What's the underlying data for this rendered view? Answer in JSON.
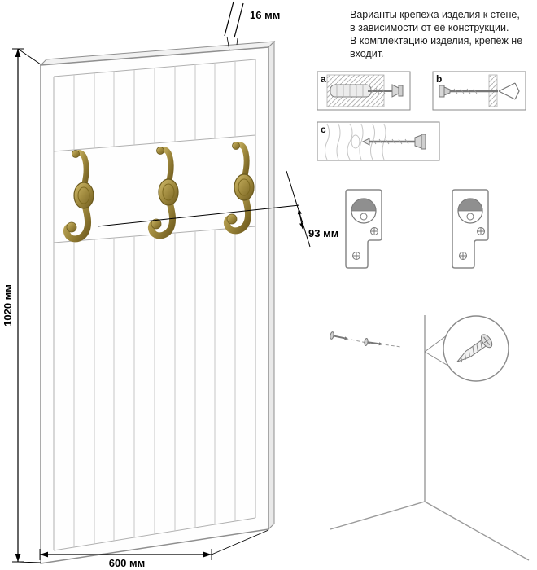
{
  "dimensions": {
    "height": "1020 мм",
    "width": "600 мм",
    "thickness": "16 мм",
    "hook_offset": "93 мм"
  },
  "note": {
    "lines": [
      "Варианты крепежа изделия к стене,",
      "в зависимости от её конструкции.",
      "В комплектацию изделия, крепёж не",
      "входит."
    ]
  },
  "fastener_options": {
    "a_label": "a",
    "b_label": "b",
    "c_label": "c"
  },
  "icons": {
    "coat_hook": "double-prong-bronze-hook",
    "dowel_anchor": "wall-plug-with-screw-in-concrete",
    "cavity_anchor": "screw-with-expanding-anchor",
    "wood_screw": "screw-into-wood",
    "keyhole_bracket": "keyhole-mounting-plate",
    "screw_detail": "screw-closeup-in-magnifier-circle"
  },
  "colors": {
    "hook_bronze": "#a08a3e",
    "panel_line_gray": "#8f8f8f",
    "plank_line_gray": "#c7c7c7",
    "dimension_black": "#000000",
    "panel_white": "#fefefe"
  }
}
